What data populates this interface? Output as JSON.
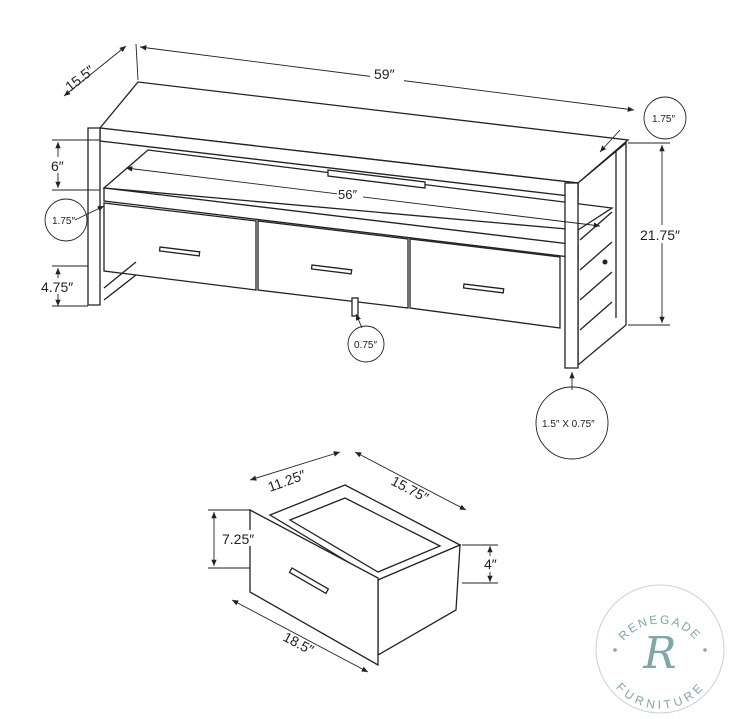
{
  "dimensions": {
    "depth": "15.5″",
    "width": "59″",
    "leg_thickness_top": "1.75″",
    "shelf_height": "6″",
    "inner_width": "56″",
    "shelf_thickness": "1.75″",
    "clearance": "4.75″",
    "height": "21.75″",
    "drawer_gap": "0.75″",
    "leg_profile": "1.5″ X 0.75″"
  },
  "drawer_dimensions": {
    "depth": "11.25″",
    "inner_length": "15.75″",
    "front_height": "7.25″",
    "inner_height": "4″",
    "front_width": "18.5″"
  },
  "watermark": {
    "brand_top": "RENEGADE",
    "brand_bottom": "FURNITURE",
    "monogram": "R",
    "color": "#7fa7a9"
  }
}
